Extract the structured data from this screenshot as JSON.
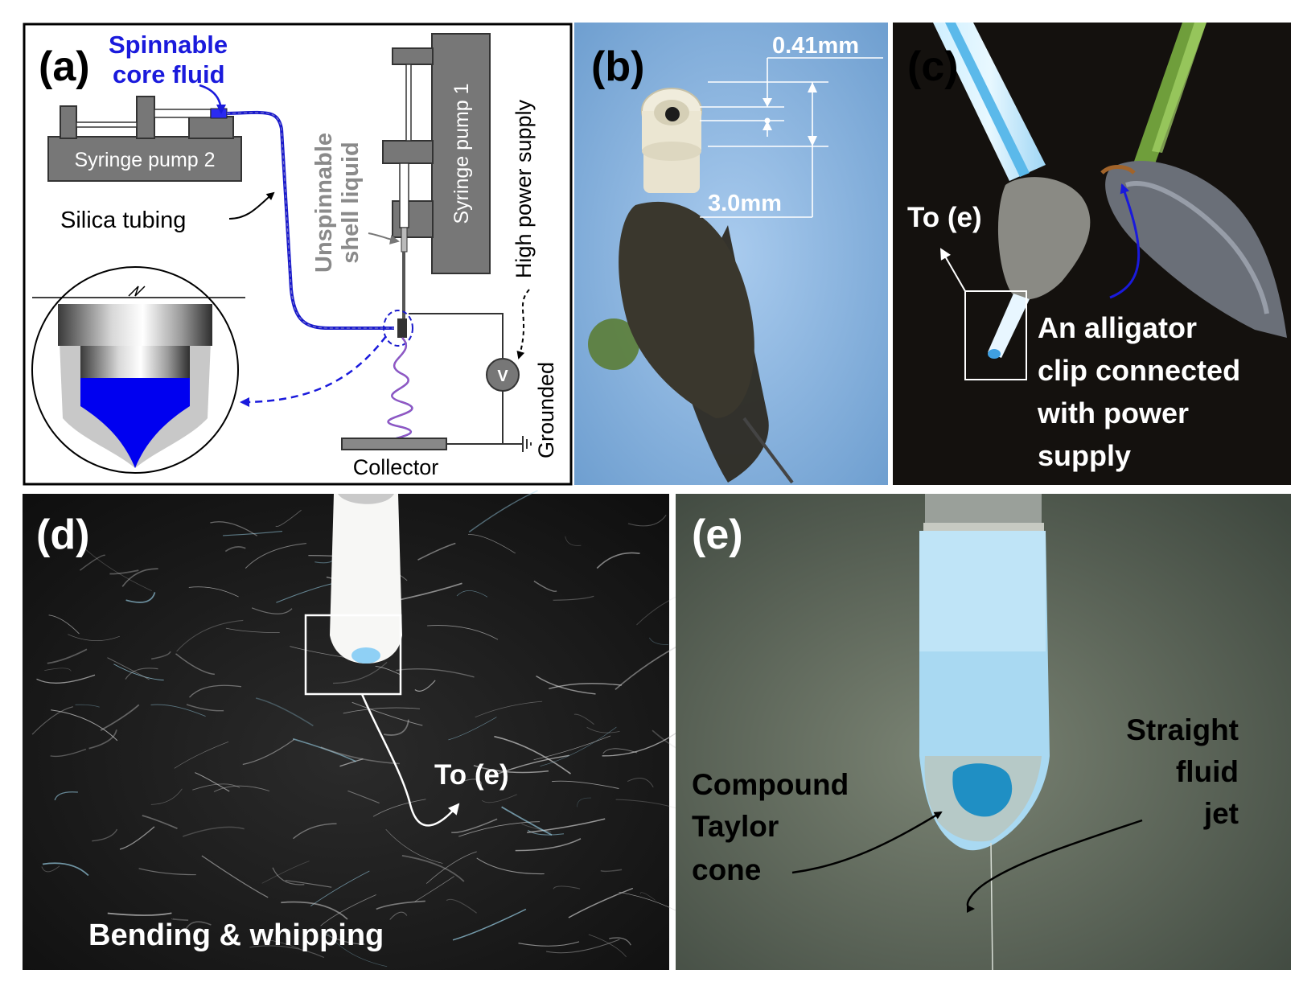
{
  "panel_a": {
    "tag": "(a)",
    "core_fluid_line1": "Spinnable",
    "core_fluid_line2": "core fluid",
    "syringe_pump_2": "Syringe pump 2",
    "syringe_pump_1": "Syringe pump 1",
    "silica_tubing": "Silica tubing",
    "shell_line1": "Unspinnable",
    "shell_line2": "shell liquid",
    "high_power_supply": "High power supply",
    "grounded": "Grounded",
    "collector": "Collector",
    "voltmeter": "V"
  },
  "panel_b": {
    "tag": "(b)",
    "dim_inner": "0.41mm",
    "dim_outer": "3.0mm"
  },
  "panel_c": {
    "tag": "(c)",
    "to_e": "To (e)",
    "clip_line1": "An alligator",
    "clip_line2": "clip connected",
    "clip_line3": "with power",
    "clip_line4": "supply"
  },
  "panel_d": {
    "tag": "(d)",
    "to_e": "To (e)",
    "caption": "Bending & whipping"
  },
  "panel_e": {
    "tag": "(e)",
    "taylor_line1": "Compound",
    "taylor_line2": "Taylor",
    "taylor_line3": "cone",
    "jet_line1": "Straight",
    "jet_line2": "fluid",
    "jet_line3": "jet"
  },
  "colors": {
    "core_fluid_blue": "#1010e0",
    "panel_b_background": "#8fb8e0",
    "panel_c_background": "#14110e",
    "panel_d_background": "#1a1a1a",
    "panel_e_background": "#5e6a5c"
  }
}
